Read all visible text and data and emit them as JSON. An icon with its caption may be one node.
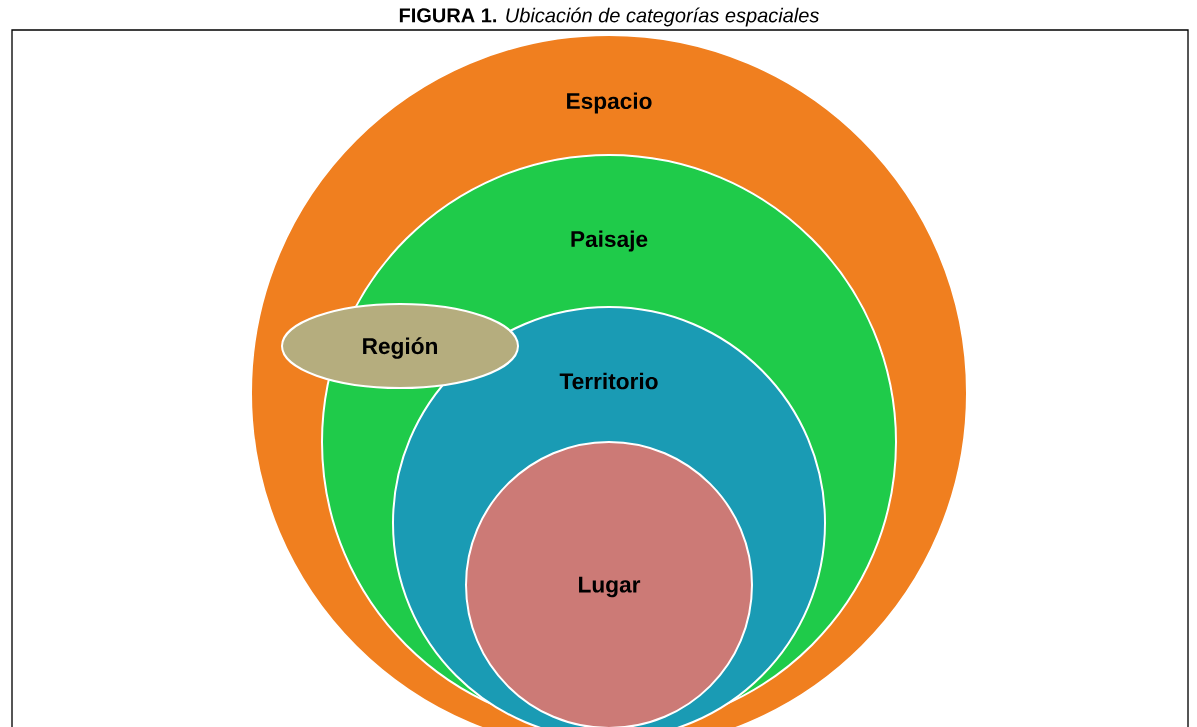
{
  "diagram": {
    "title": "**FIGURA 1.** *Ubicación de categorías espaciales*",
    "nodes": [
      {
        "text": [
          "Espacio"
        ]
      },
      {
        "text": [
          "Paisaje"
        ],
        "in": 0
      },
      {
        "text": [
          "Región"
        ],
        "in": 0
      },
      {
        "text": [
          "Territorio"
        ],
        "in": 1
      },
      {
        "text": [
          "Lugar"
        ],
        "in": 3
      }
    ]
  }
}
